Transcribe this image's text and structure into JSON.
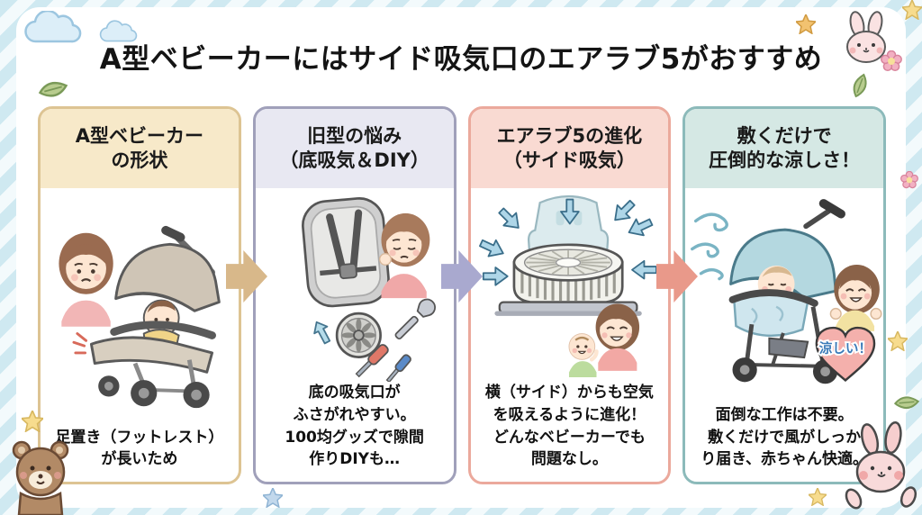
{
  "title": "A型ベビーカーにはサイド吸気口のエアラブ5がおすすめ",
  "background": {
    "stripe_color": "#cfe9f1",
    "stripe_alt_color": "#f3fafc",
    "panel_color": "#ffffff"
  },
  "steps": [
    {
      "header": "A型ベビーカー\nの形状",
      "caption": "足置き（フットレスト）\nが長いため",
      "border_color": "#ddc493",
      "header_bg": "#f7e9c9",
      "illustration": "worried-mother-and-long-footrest-stroller"
    },
    {
      "header": "旧型の悩み\n（底吸気＆DIY）",
      "caption": "底の吸気口が\nふさがれやすい。\n100均グッズで隙間\n作りDIYも…",
      "border_color": "#a0a0ba",
      "header_bg": "#e8e8f2",
      "illustration": "bottom-intake-seat-with-diy-tools"
    },
    {
      "header": "エアラブ5の進化\n（サイド吸気）",
      "caption": "横（サイド）からも空気\nを吸えるように進化！\nどんなベビーカーでも\n問題なし。",
      "border_color": "#eba99c",
      "header_bg": "#f9dad2",
      "illustration": "side-intake-fan-unit-with-happy-family"
    },
    {
      "header": "敷くだけで\n圧倒的な涼しさ！",
      "caption": "面倒な工作は不要。\n敷くだけで風がしっか\nり届き、赤ちゃん快適。",
      "border_color": "#8cbaba",
      "header_bg": "#d5e8e4",
      "illustration": "cool-breeze-stroller-with-sleeping-baby"
    }
  ],
  "arrows": [
    {
      "direction": "right",
      "color": "#d8b88a"
    },
    {
      "direction": "right",
      "color": "#a9a9cf"
    },
    {
      "direction": "right",
      "color": "#e9998a"
    }
  ],
  "badges": {
    "heart_label": "涼しい！",
    "heart_color": "#f4b0ac",
    "heart_text_color": "#3a7ab8"
  },
  "decorations": {
    "icons": [
      "cloud-icon",
      "star-icon",
      "leaf-icon",
      "flower-icon",
      "bunny-icon",
      "bear-icon",
      "wind-icon",
      "heart-icon"
    ],
    "cloud_color": "#dceef8",
    "yellow_star_color": "#f7dc8e",
    "blue_star_color": "#c2d8ec",
    "leaf_color": "#b8cc8e",
    "flower_color": "#f2b0c2",
    "bunny_color": "#f8dada",
    "bear_color": "#b28a66"
  }
}
